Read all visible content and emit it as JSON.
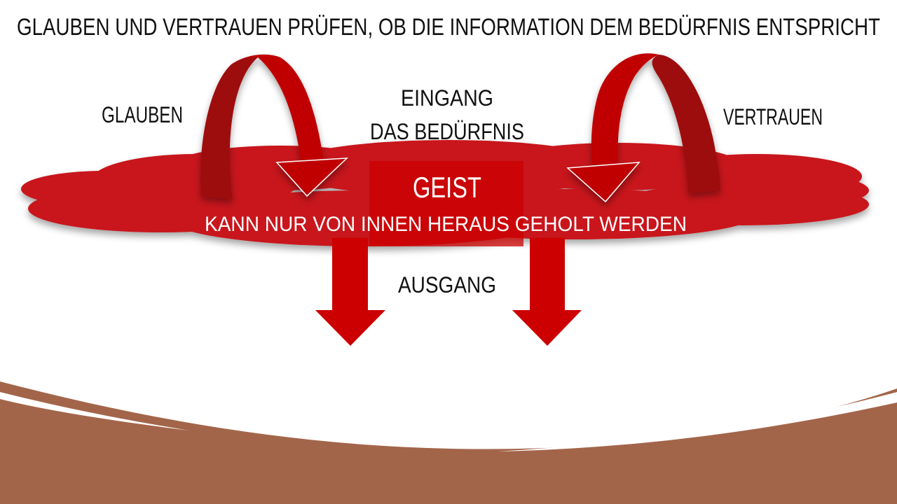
{
  "slide": {
    "title": "GLAUBEN UND VERTRAUEN PRÜFEN, OB DIE INFORMATION DEM BEDÜRFNIS ENTSPRICHT",
    "left_label": "GLAUBEN",
    "right_label": "VERTRAUEN",
    "input_label_line1": "EINGANG",
    "input_label_line2": "DAS BEDÜRFNIS",
    "center_title": "GEIST",
    "center_subtitle": "KANN NUR VON INNEN HERAUS GEHOLT WERDEN",
    "output_label": "AUSGANG"
  },
  "colors": {
    "cloud": "#c8171c",
    "arrow_dark": "#9e0b0f",
    "arrow_light": "#c00000",
    "brown_band": "#a3654a",
    "center_box": "#cc0000"
  }
}
